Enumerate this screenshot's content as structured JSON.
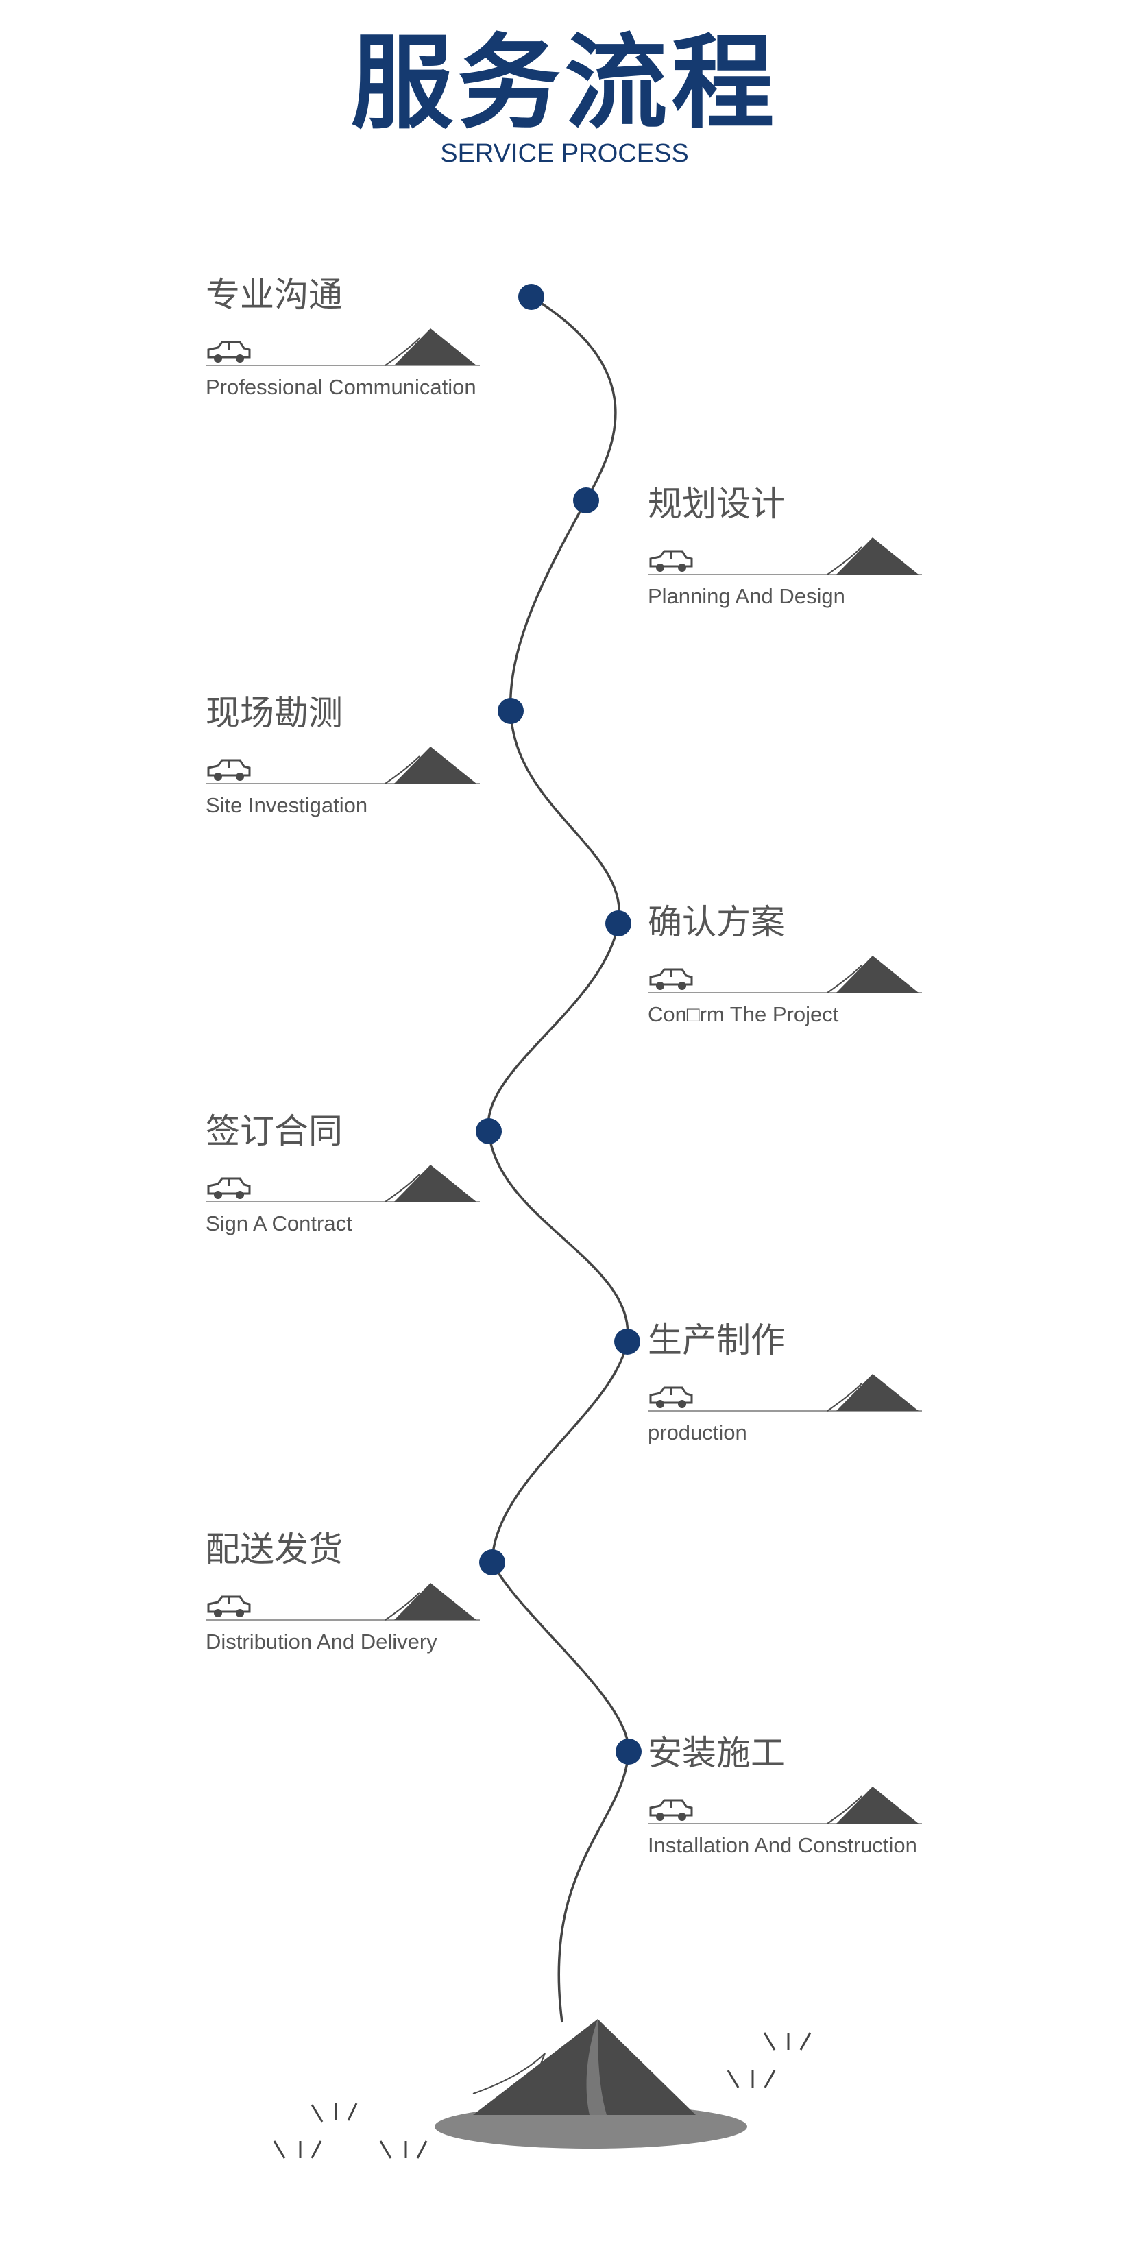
{
  "header": {
    "title": "服务流程",
    "subtitle": "SERVICE PROCESS"
  },
  "steps": [
    {
      "title": "专业沟通",
      "subtitle": "Professional Communication"
    },
    {
      "title": "规划设计",
      "subtitle": "Planning And Design"
    },
    {
      "title": "现场勘测",
      "subtitle": "Site Investigation"
    },
    {
      "title": "确认方案",
      "subtitle": "Con□rm The Project"
    },
    {
      "title": "签订合同",
      "subtitle": "Sign A Contract"
    },
    {
      "title": "生产制作",
      "subtitle": "production"
    },
    {
      "title": "配送发货",
      "subtitle": "Distribution And Delivery"
    },
    {
      "title": "安装施工",
      "subtitle": "Installation And Construction"
    }
  ],
  "colors": {
    "accent": "#153a70",
    "text": "#555555",
    "tent": "#4a4a4a",
    "shadow": "#858585",
    "line": "#444444"
  },
  "icons": [
    "car-icon",
    "tent-icon",
    "grass-icon"
  ]
}
